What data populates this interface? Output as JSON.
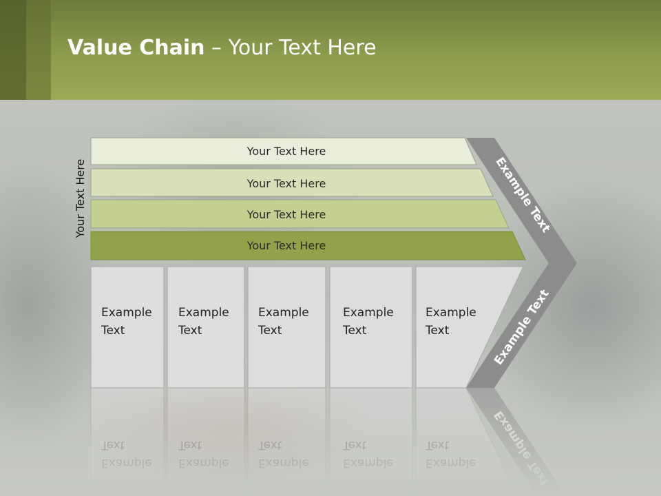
{
  "slide": {
    "title_bold": "Value Chain",
    "title_rest": " – Your Text Here"
  },
  "side_label": "Your Text Here",
  "bars": [
    {
      "label": "Your Text Here",
      "color": "#e9eddb"
    },
    {
      "label": "Your Text Here",
      "color": "#d8dfb9"
    },
    {
      "label": "Your Text Here",
      "color": "#c4d08f"
    },
    {
      "label": "Your Text Here",
      "color": "#92a24a"
    }
  ],
  "cells": [
    {
      "line1": "Example",
      "line2": "Text"
    },
    {
      "line1": "Example",
      "line2": "Text"
    },
    {
      "line1": "Example",
      "line2": "Text"
    },
    {
      "line1": "Example",
      "line2": "Text"
    },
    {
      "line1": "Example",
      "line2": "Text"
    }
  ],
  "chevron": {
    "upper_label": "Example Text",
    "lower_label": "Example Text",
    "color": "#8c8c8c"
  },
  "colors": {
    "header": "#8c9c4c",
    "cell_fill": "#dddddd",
    "cell_border": "#a8a8a8"
  }
}
